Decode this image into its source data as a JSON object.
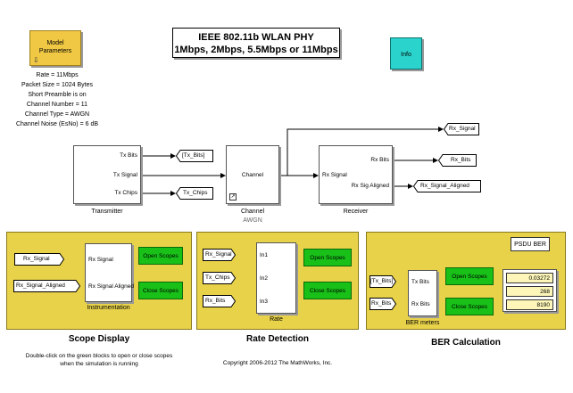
{
  "title": {
    "line1": "IEEE 802.11b WLAN PHY",
    "line2": "1Mbps, 2Mbps, 5.5Mbps or 11Mbps"
  },
  "model_params": {
    "label_line1": "Model",
    "label_line2": "Parameters"
  },
  "info_block": {
    "label": "Info",
    "color": "#2ad4cc"
  },
  "params": {
    "rate": "Rate = 11Mbps",
    "packet": "Packet Size = 1024 Bytes",
    "preamble": "Short Preamble is on",
    "channel_number": "Channel Number = 11",
    "channel_type": "Channel Type = AWGN",
    "channel_noise": "Channel Noise (EsNo) = 6 dB"
  },
  "transmitter": {
    "name": "Transmitter",
    "ports": {
      "bits": "Tx Bits",
      "signal": "Tx Signal",
      "chips": "Tx Chips"
    }
  },
  "channel": {
    "label": "Channel",
    "name": "Channel",
    "sublabel": "AWGN"
  },
  "receiver": {
    "name": "Receiver",
    "ports": {
      "in": "Rx Signal",
      "bits": "Rx Bits",
      "aligned": "Rx Sig Aligned"
    }
  },
  "tags": {
    "tx_bits": "[Tx_Bits]",
    "tx_chips": "Tx_Chips",
    "rx_signal": "Rx_Signal",
    "rx_bits": "Rx_Bits",
    "rx_signal_aligned": "Rx_Signal_Aligned"
  },
  "scope_panel": {
    "from_rx_signal": "Rx_Signal",
    "from_rx_signal_aligned": "Rx_Signal_Aligned",
    "block_ports": {
      "in1": "Rx Signal",
      "in2": "Rx Signal Aligned"
    },
    "block_name": "Instrumentation",
    "open_btn": "Open Scopes",
    "close_btn": "Close Scopes",
    "title": "Scope Display",
    "note_line1": "Double-click on the green blocks to open or close scopes",
    "note_line2": "when the simulation is running"
  },
  "rate_panel": {
    "from_rx_signal": "Rx_Signal",
    "from_tx_chips": "Tx_Chips",
    "from_rx_bits": "Rx_Bits",
    "block_ports": {
      "in1": "In1",
      "in2": "In2",
      "in3": "In3"
    },
    "block_name": "Rate",
    "open_btn": "Open Scopes",
    "close_btn": "Close Scopes",
    "title": "Rate Detection"
  },
  "ber_panel": {
    "from_tx_bits": "[Tx_Bits]",
    "from_rx_bits": "Rx_Bits",
    "block_ports": {
      "in1": "Tx Bits",
      "in2": "Rx Bits"
    },
    "block_name": "BER meters",
    "open_btn": "Open Scopes",
    "close_btn": "Close Scopes",
    "psdu_label": "PSDU BER",
    "display_values": [
      "0.03272",
      "268",
      "8190"
    ],
    "title": "BER Calculation"
  },
  "copyright": "Copyright 2006-2012 The MathWorks, Inc.",
  "colors": {
    "panel": "#e8d24a",
    "green": "#18c018",
    "model_params": "#f0c844"
  }
}
